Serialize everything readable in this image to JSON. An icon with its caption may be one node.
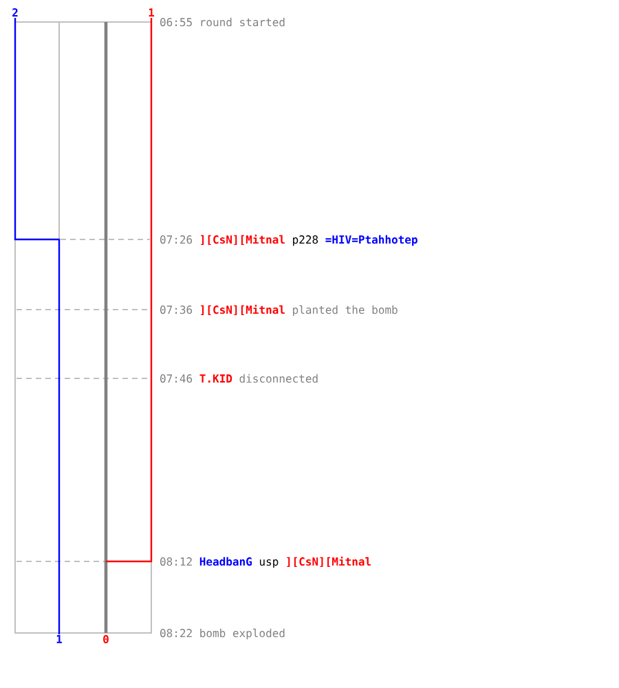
{
  "diagram": {
    "labels": [
      "2",
      "1",
      "06:55",
      "round started",
      "07:26",
      "][CsN][Mitnal",
      "p228",
      "=HIV=Ptahhotep",
      "07:36",
      "][CsN][Mitnal",
      "planted the bomb",
      "07:46",
      "T.KID",
      "disconnected",
      "08:12",
      "HeadbanG",
      "usp",
      "][CsN][Mitnal",
      "08:22",
      "bomb exploded",
      "1",
      "0"
    ]
  }
}
